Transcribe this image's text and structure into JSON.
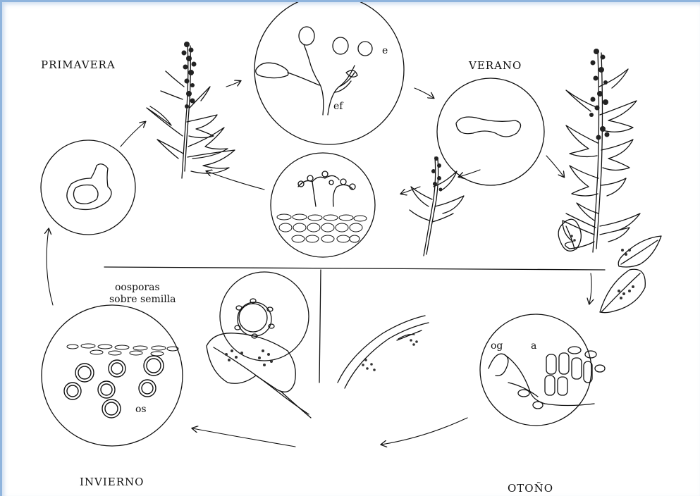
{
  "seasons": {
    "spring": "PRIMAVERA",
    "summer": "VERANO",
    "autumn": "OTOÑO",
    "winter": "INVIERNO"
  },
  "labels": {
    "e": "e",
    "ef": "ef",
    "oospores_line1": "oosporas",
    "oospores_line2": "sobre semilla",
    "os": "os",
    "og": "og",
    "a": "a"
  },
  "colors": {
    "ink": "#111111",
    "frame": "#8fb4dd"
  }
}
